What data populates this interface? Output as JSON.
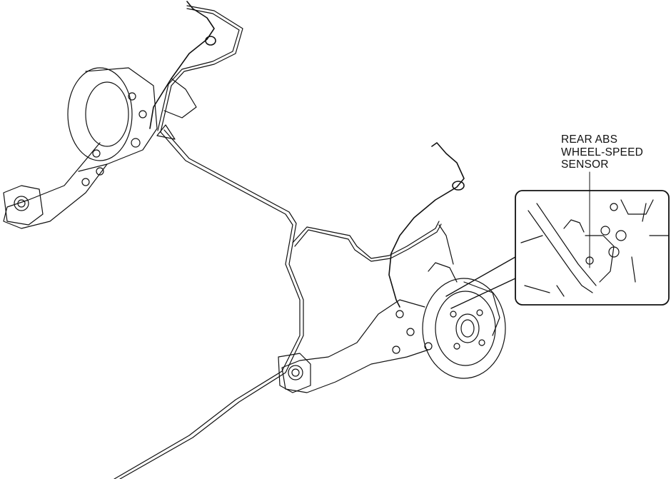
{
  "callout": {
    "lines": [
      "REAR ABS",
      "WHEEL-SPEED",
      "SENSOR"
    ]
  }
}
